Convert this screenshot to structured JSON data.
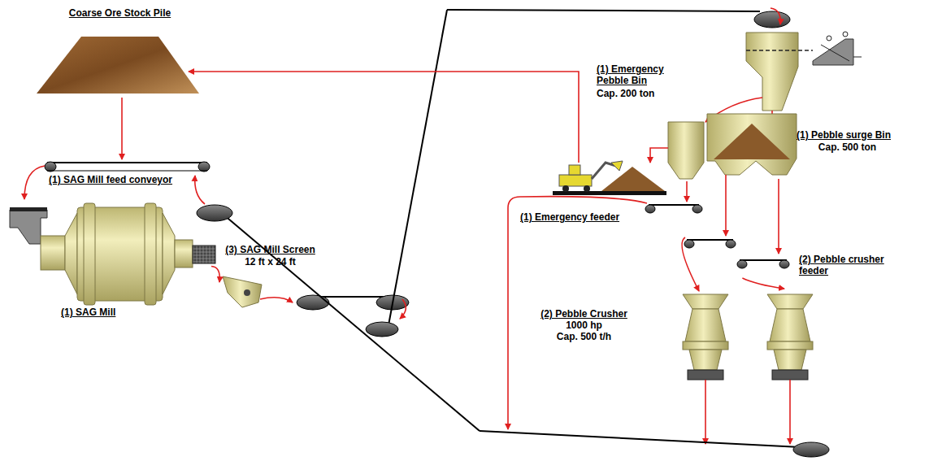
{
  "diagram": {
    "nodes": [
      {
        "text": [
          "Coarse Ore Stock Pile"
        ]
      },
      {
        "text": [
          "(1) SAG Mill feed conveyor"
        ]
      },
      {
        "text": [
          "(1) SAG Mill"
        ]
      },
      {
        "text": [
          "(3) SAG Mill Screen",
          "12 ft x 24 ft"
        ]
      },
      {
        "text": [
          "(1) Emergency Pebble Bin",
          "Cap. 200 ton"
        ]
      },
      {
        "text": [
          "(1) Pebble surge Bin",
          "Cap. 500 ton"
        ]
      },
      {
        "text": [
          "(1) Emergency feeder"
        ]
      },
      {
        "text": [
          "(2) Pebble crusher feeder"
        ]
      },
      {
        "text": [
          "(2) Pebble Crusher",
          "1000 hp",
          "Cap. 500 t/h"
        ]
      }
    ],
    "edges": [
      {
        "from": 0,
        "to": 1,
        "arrow": "to"
      },
      {
        "from": 1,
        "to": 2,
        "arrow": "to"
      },
      {
        "from": 2,
        "to": 3,
        "arrow": "to"
      },
      {
        "from": 4,
        "to": 6,
        "arrow": "to"
      },
      {
        "from": 5,
        "to": 7,
        "arrow": "to"
      },
      {
        "from": 7,
        "to": 8,
        "arrow": "to"
      }
    ]
  }
}
